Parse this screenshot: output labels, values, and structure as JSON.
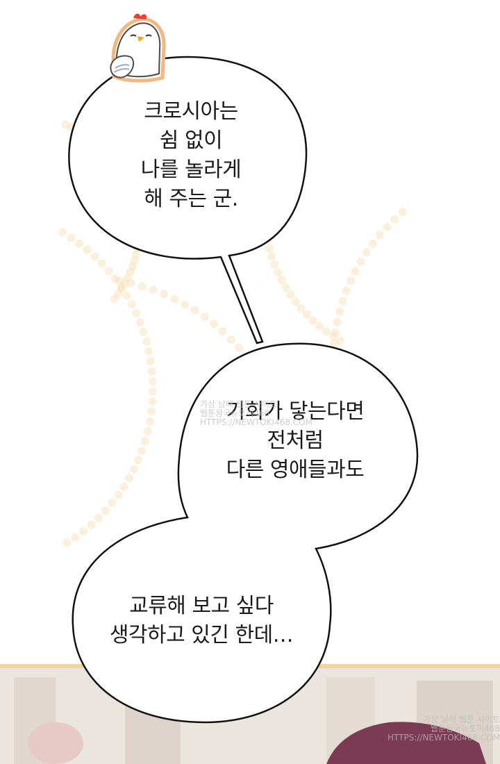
{
  "bubbles": {
    "first": {
      "lines": [
        "크로시아는",
        "쉼 없이",
        "나를 놀라게",
        "해 주는 군."
      ]
    },
    "second": {
      "lines": [
        "기회가 닿는다면",
        "전처럼",
        "다른 영애들과도"
      ]
    },
    "third": {
      "lines": [
        "교류해 보고 싶다",
        "생각하고 있긴 한데…"
      ]
    }
  },
  "mascot": {
    "icon": "chicken-mascot-icon"
  },
  "watermarks": {
    "center": {
      "lines": [
        "가상 남매 웹툰 사이트",
        "웹툰왕국뉴토끼468",
        "HTTPS://NEWTOKI468.COM"
      ]
    },
    "bottom": {
      "lines": [
        "가상 남매 웹툰 사이트",
        "웹툰왕국뉴토끼468",
        "HTTPS://NEWTOKI468.COM"
      ]
    }
  },
  "colors": {
    "background": "#ffffff",
    "sparkle": "#f6e3bf",
    "bubble_fill": "#ffffff",
    "bubble_stroke": "#111111",
    "scene_floor": "#e9e2dc",
    "scene_gold": "#f2d49a",
    "hair": "#7a3b53"
  }
}
